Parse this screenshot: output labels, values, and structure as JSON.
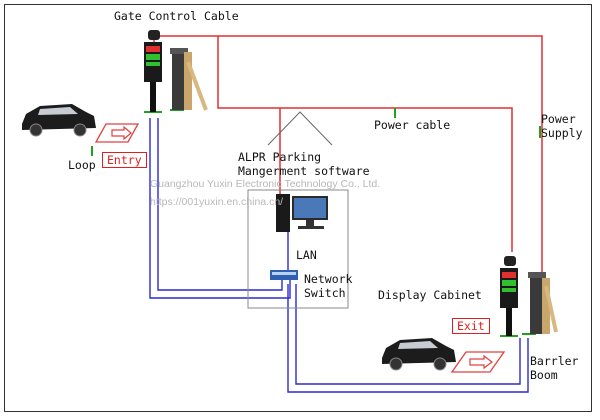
{
  "labels": {
    "gate_control_cable": "Gate Control Cable",
    "power_cable": "Power cable",
    "power_supply": "Power\nSupply",
    "loop": "Loop",
    "entry": "Entry",
    "alpr_software": "ALPR Parking\nMangerment software",
    "lan": "LAN",
    "network_switch": "Network\nSwitch",
    "display_cabinet": "Display Cabinet",
    "exit": "Exit",
    "barrier_boom": "Barrler\nBoom"
  },
  "watermark": {
    "company": "Guangzhou Yuxin Electronic Technology Co., Ltd.",
    "url": "https://001yuxin.en.china.cn/"
  },
  "colors": {
    "power_line": "#e03030",
    "network_line": "#2a2ad0",
    "ground_line": "#23a023",
    "label_red": "#e02020"
  },
  "icons": [
    "car-icon",
    "camera-pole-icon",
    "barrier-gate-icon",
    "computer-icon",
    "network-switch-icon",
    "arrow-icon"
  ]
}
